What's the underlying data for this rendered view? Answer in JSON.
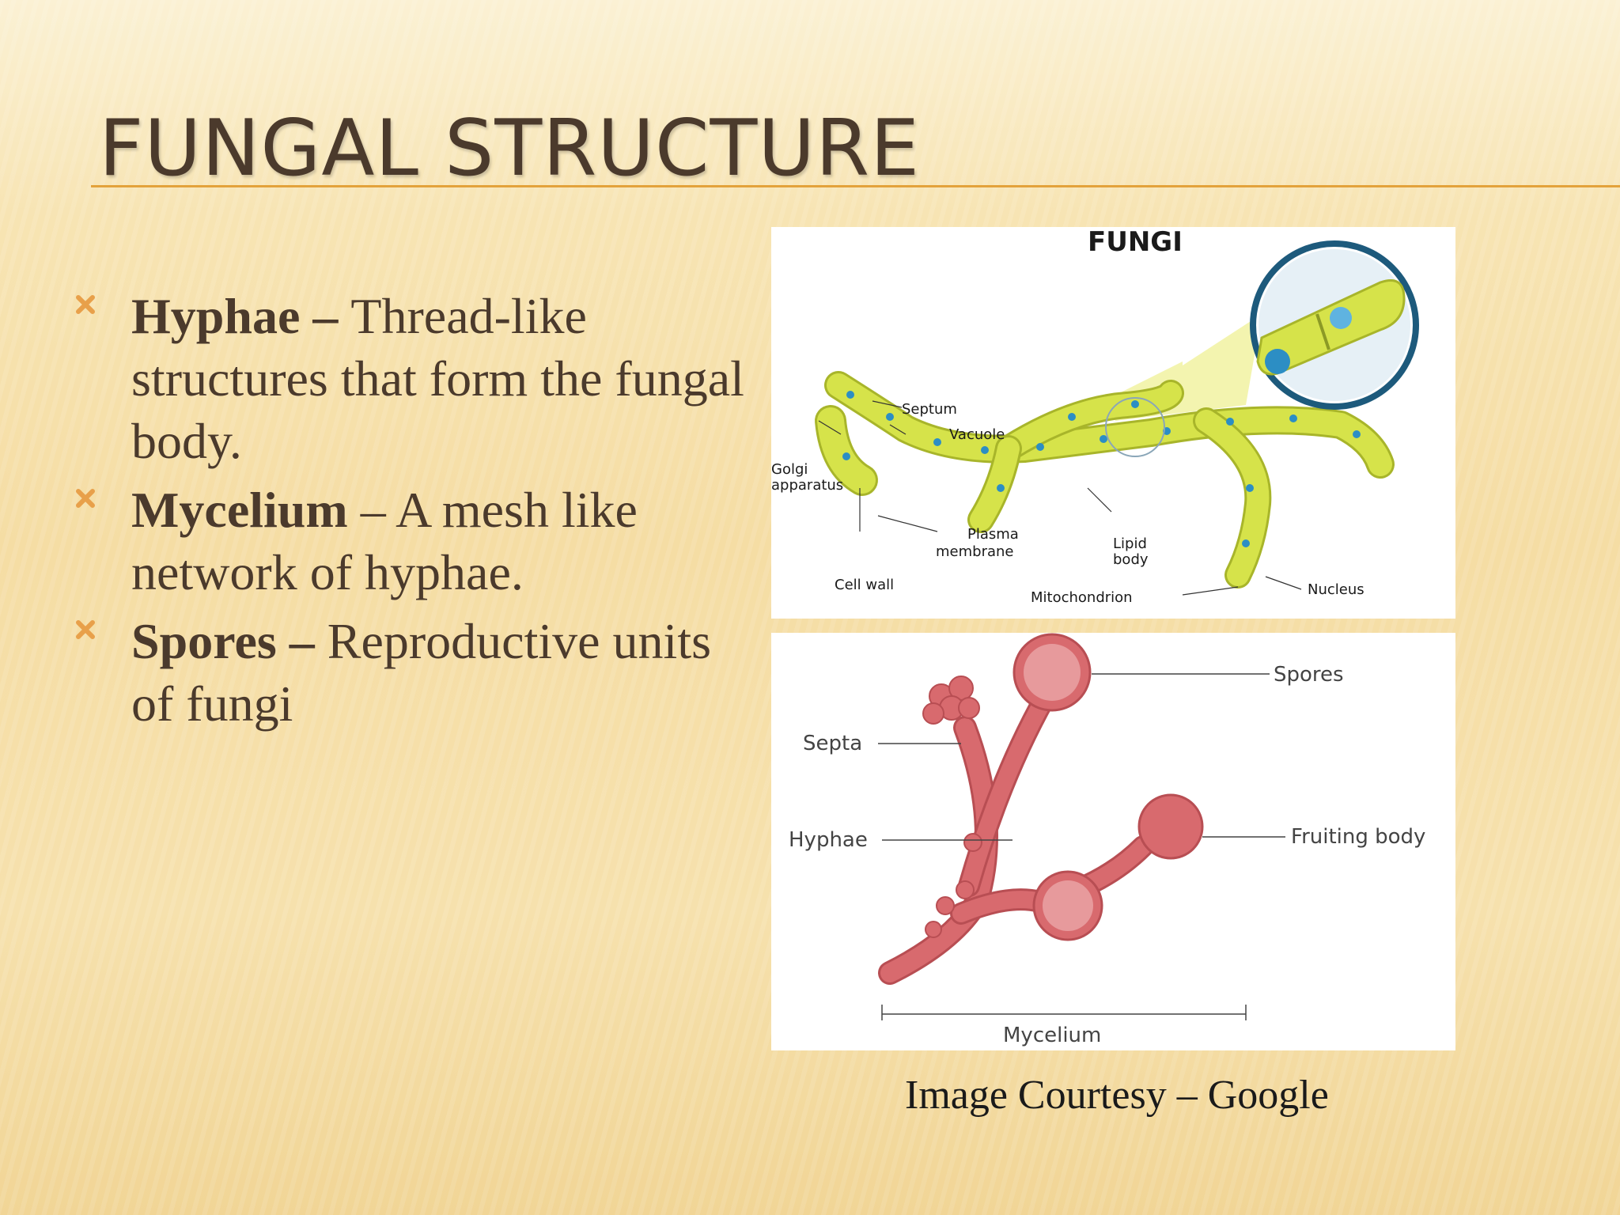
{
  "slide": {
    "title": "FUNGAL STRUCTURE",
    "bullets": [
      {
        "term": "Hyphae",
        "sep": " – ",
        "text": "Thread-like structures that form the fungal body."
      },
      {
        "term": "Mycelium",
        "sep": " – ",
        "text": "A mesh like network of hyphae."
      },
      {
        "term": "Spores",
        "sep": " – ",
        "text": "Reproductive units of fungi"
      }
    ],
    "caption": "Image Courtesy – Google"
  },
  "diagram_top": {
    "title": "FUNGI",
    "labels": {
      "septum": "Septum",
      "vacuole": "Vacuole",
      "golgi_1": "Golgi",
      "golgi_2": "apparatus",
      "plasma_1": "Plasma",
      "plasma_2": "membrane",
      "lipid_1": "Lipid",
      "lipid_2": "body",
      "cell_wall": "Cell wall",
      "mitochondrion": "Mitochondrion",
      "nucleus": "Nucleus"
    }
  },
  "diagram_bottom": {
    "labels": {
      "spores": "Spores",
      "septa": "Septa",
      "hyphae": "Hyphae",
      "fruiting_body": "Fruiting body",
      "mycelium": "Mycelium"
    }
  },
  "colors": {
    "title": "#4b3a2c",
    "rule": "#e3a23b",
    "bullet_icon": "#e8a04a",
    "hypha_green": "#d6e34a",
    "hypha_red": "#d86a6e"
  }
}
